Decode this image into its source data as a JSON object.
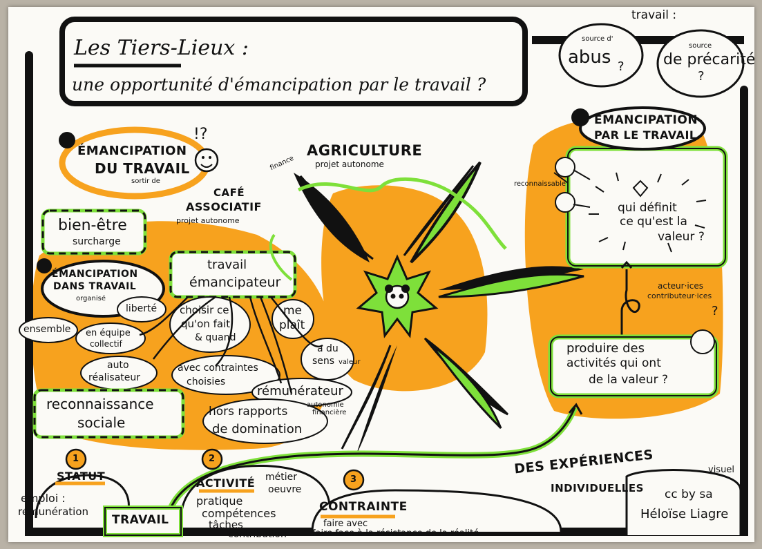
{
  "title": {
    "line1": "Les Tiers-Lieux :",
    "line2": "une opportunité d'émancipation par le travail ?"
  },
  "travail_questions": {
    "heading": "travail :",
    "abus": {
      "small": "source d'",
      "big": "abus",
      "mark": "?"
    },
    "precarite": {
      "small": "source",
      "big": "de précarité",
      "mark": "?"
    }
  },
  "emancipation_du_travail": {
    "line1": "ÉMANCIPATION",
    "line2": "DU TRAVAIL",
    "marks": "!?",
    "note": "sortir de"
  },
  "center": {
    "agriculture": "AGRICULTURE",
    "agriculture_sub": "projet autonome",
    "finance": "finance",
    "cafe_line1": "CAFÉ",
    "cafe_line2": "ASSOCIATIF",
    "cafe_sub": "projet autonome"
  },
  "left_cluster": {
    "bien_etre": "bien-être",
    "surcharge": "surcharge",
    "eml1": "ÉMANCIPATION",
    "eml2": "DANS TRAVAIL",
    "eml3": "organisé",
    "travail_em_1": "travail",
    "travail_em_2": "émancipateur",
    "liberte": "liberté",
    "ensemble": "ensemble",
    "equipe_1": "en équipe",
    "equipe_2": "collectif",
    "choisir_1": "choisir ce",
    "choisir_2": "qu'on fait",
    "choisir_3": "& quand",
    "me_plait_1": "me",
    "me_plait_2": "plaît",
    "du_sens_1": "a du",
    "du_sens_2": "sens",
    "du_sens_3": "valeur",
    "auto_1": "auto",
    "auto_2": "réalisateur",
    "contraintes_1": "avec contraintes",
    "contraintes_2": "choisies",
    "remunerateur": "rémunérateur",
    "autonomie_1": "autonomie",
    "autonomie_2": "financière",
    "reconnaissance_1": "reconnaissance",
    "reconnaissance_2": "sociale",
    "hors_1": "hors rapports",
    "hors_2": "de domination"
  },
  "right_cluster": {
    "line1": "ÉMANCIPATION",
    "line2": "PAR LE TRAVAIL",
    "reconnaissable": "reconnaissable",
    "q1": "qui définit",
    "q2": "ce qu'est la",
    "q3": "valeur ?",
    "acteurs_1": "acteur·ices",
    "acteurs_2": "contributeur·ices",
    "produire_1": "produire des",
    "produire_2": "activités qui ont",
    "produire_3": "de la valeur ?",
    "mark": "?"
  },
  "bottom": {
    "n1": "1",
    "n2": "2",
    "n3": "3",
    "statut": "STATUT",
    "emploi_1": "emploi :",
    "emploi_2": "rémunération",
    "travail": "TRAVAIL",
    "activite": "ACTIVITÉ",
    "metier_1": "métier",
    "metier_2": "oeuvre",
    "pratique": "pratique",
    "competences": "compétences",
    "taches": "tâches",
    "contribution": "contribution",
    "contrainte": "CONTRAINTE",
    "faire_1": "faire avec",
    "faire_2": "faire face à la résistance de la réalité",
    "experiences_1": "DES EXPÉRIENCES",
    "experiences_2": "INDIVIDUELLES",
    "visuel": "visuel",
    "cc": "cc by sa",
    "author": "Héloïse Liagre"
  },
  "colors": {
    "orange": "#f7a21e",
    "green": "#7ee03a",
    "ink": "#111111",
    "paper": "#fbfaf6"
  }
}
